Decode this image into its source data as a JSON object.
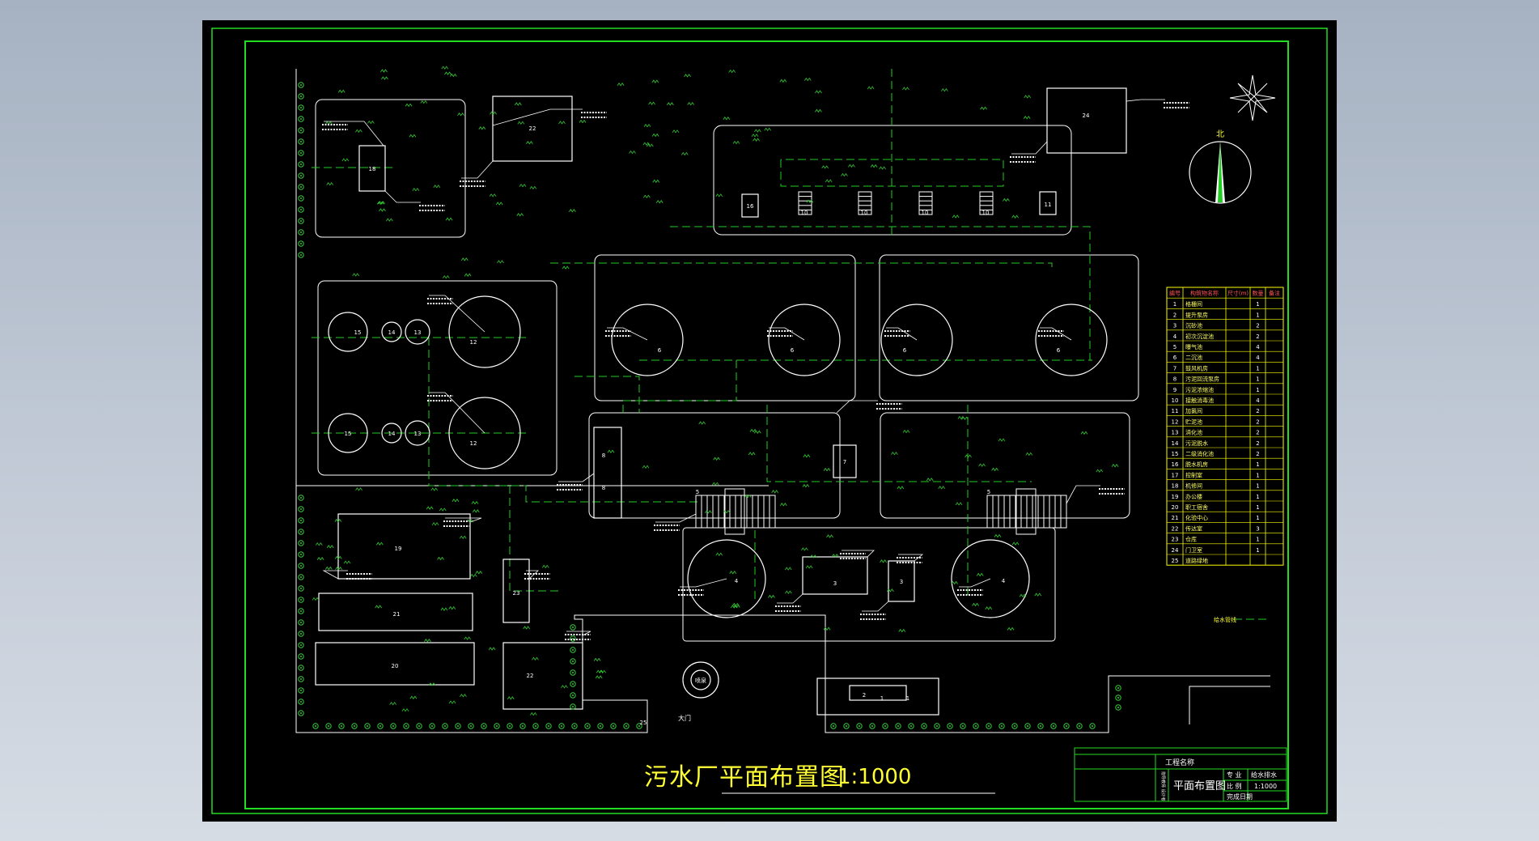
{
  "title": "污水厂平面布置图",
  "scale": "1:1000",
  "north_label": "北",
  "gate_label": "大门",
  "fountain_label": "喷泉",
  "legend_pipe_label": "给水管线",
  "colors": {
    "background": "#000000",
    "frame": "#22dd22",
    "structure": "#ffffff",
    "pipe": "#22cc22",
    "tree": "#33cc33",
    "table_line": "#ffff00",
    "title_text": "#ffff33"
  },
  "table": {
    "headers": [
      "编号",
      "构筑物名称",
      "尺寸(m)",
      "数量",
      "备注"
    ],
    "rows": [
      [
        "1",
        "格栅间",
        "",
        "1",
        ""
      ],
      [
        "2",
        "提升泵房",
        "",
        "1",
        ""
      ],
      [
        "3",
        "沉砂池",
        "",
        "2",
        ""
      ],
      [
        "4",
        "初次沉淀池",
        "",
        "2",
        ""
      ],
      [
        "5",
        "曝气池",
        "",
        "4",
        ""
      ],
      [
        "6",
        "二沉池",
        "",
        "4",
        ""
      ],
      [
        "7",
        "鼓风机房",
        "",
        "1",
        ""
      ],
      [
        "8",
        "污泥回流泵房",
        "",
        "1",
        ""
      ],
      [
        "9",
        "污泥浓缩池",
        "",
        "1",
        ""
      ],
      [
        "10",
        "接触消毒池",
        "",
        "4",
        ""
      ],
      [
        "11",
        "加氯间",
        "",
        "2",
        ""
      ],
      [
        "12",
        "贮泥池",
        "",
        "2",
        ""
      ],
      [
        "13",
        "消化池",
        "",
        "2",
        ""
      ],
      [
        "14",
        "污泥脱水",
        "",
        "2",
        ""
      ],
      [
        "15",
        "二级消化池",
        "",
        "2",
        ""
      ],
      [
        "16",
        "脱水机房",
        "",
        "1",
        ""
      ],
      [
        "17",
        "控制室",
        "",
        "1",
        ""
      ],
      [
        "18",
        "机修间",
        "",
        "1",
        ""
      ],
      [
        "19",
        "办公楼",
        "",
        "1",
        ""
      ],
      [
        "20",
        "职工宿舍",
        "",
        "1",
        ""
      ],
      [
        "21",
        "化验中心",
        "",
        "1",
        ""
      ],
      [
        "22",
        "传达室",
        "",
        "3",
        ""
      ],
      [
        "23",
        "仓库",
        "",
        "1",
        ""
      ],
      [
        "24",
        "门卫室",
        "",
        "1",
        ""
      ],
      [
        "25",
        "道路绿地",
        "",
        "",
        ""
      ]
    ]
  },
  "title_block": {
    "project_label": "工程名称",
    "drawing_name": "平面布置图",
    "major_label": "专 业",
    "major_value": "给水排水",
    "scale_label": "比 例",
    "scale_value": "1:1000",
    "date_label": "完成日期",
    "side_label": "指导教师 设计者"
  },
  "structures": {
    "a1": "1",
    "a2": "1",
    "a3": "4",
    "b1": "6",
    "b2": "6",
    "b3": "6",
    "b4": "6",
    "c1": "5",
    "c2": "5",
    "d1": "10",
    "d2": "10",
    "d3": "10",
    "d4": "10",
    "d5": "11",
    "d6": "16",
    "e1": "15",
    "e2": "14",
    "e3": "13",
    "e4": "12",
    "e5": "15",
    "e6": "14",
    "e7": "13",
    "e8": "12",
    "f1": "18",
    "f2": "22",
    "g1": "19",
    "g2": "21",
    "g3": "20",
    "g4": "22",
    "g5": "23",
    "h1": "8",
    "h2": "7",
    "h3": "24",
    "i1": "3",
    "i2": "3",
    "j1": "2",
    "j2": "25"
  }
}
